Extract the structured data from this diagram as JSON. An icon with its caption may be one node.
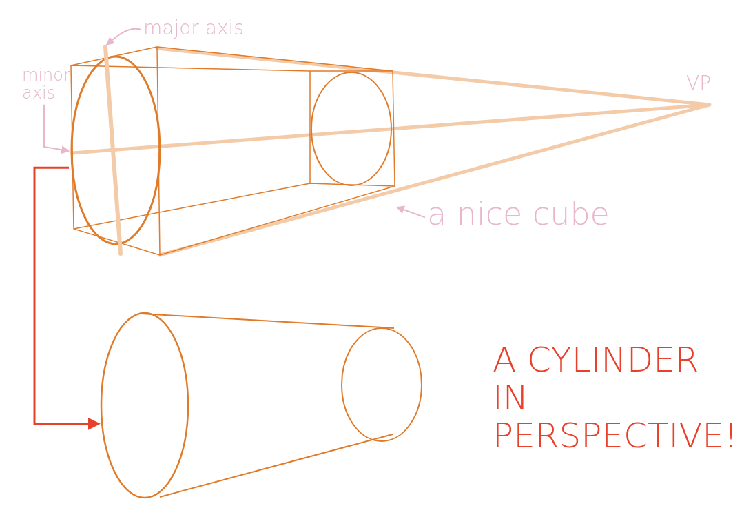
{
  "diagram": {
    "nodes": [
      {
        "text": [
          "major axis"
        ]
      },
      {
        "text": [
          "minor axis"
        ]
      },
      {
        "text": [
          "a nice cube"
        ]
      },
      {
        "text": [],
        "shape": "picture"
      },
      {
        "text": [],
        "shape": "picture"
      }
    ],
    "edges": [
      {
        "from": 0,
        "to": 3,
        "arrow": "to"
      },
      {
        "from": 1,
        "to": 3,
        "arrow": "to"
      },
      {
        "from": 2,
        "to": 3,
        "arrow": "to"
      },
      {
        "from": 3,
        "to": 4,
        "arrow": "to",
        "color": "#e8402a"
      }
    ],
    "labels": [
      "VP",
      "A CYLINDER IN PERSPECTIVE!"
    ]
  }
}
